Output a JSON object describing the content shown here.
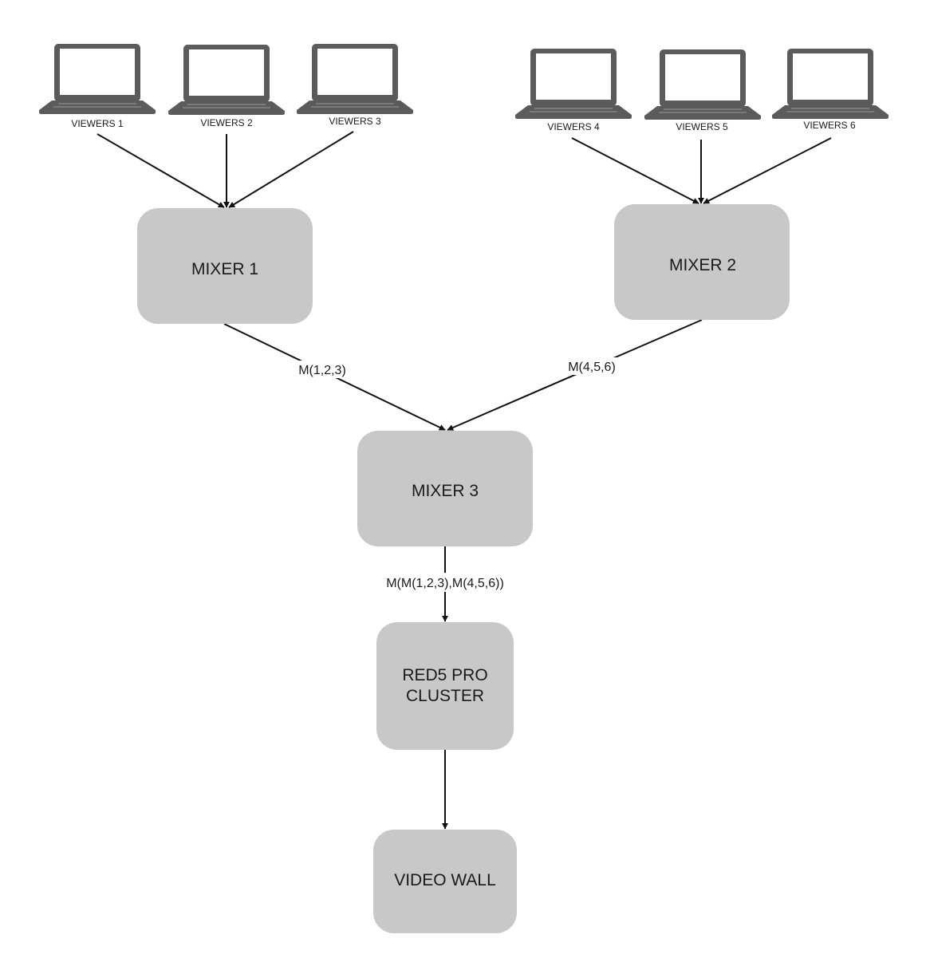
{
  "viewers": [
    {
      "id": "v1",
      "label": "VIEWERS 1",
      "icon": "laptop-icon"
    },
    {
      "id": "v2",
      "label": "VIEWERS 2",
      "icon": "laptop-icon"
    },
    {
      "id": "v3",
      "label": "VIEWERS 3",
      "icon": "laptop-icon"
    },
    {
      "id": "v4",
      "label": "VIEWERS 4",
      "icon": "laptop-icon"
    },
    {
      "id": "v5",
      "label": "VIEWERS 5",
      "icon": "laptop-icon"
    },
    {
      "id": "v6",
      "label": "VIEWERS 6",
      "icon": "laptop-icon"
    }
  ],
  "nodes": {
    "mixer1": {
      "label": "MIXER 1"
    },
    "mixer2": {
      "label": "MIXER 2"
    },
    "mixer3": {
      "label": "MIXER 3"
    },
    "cluster": {
      "label_line1": "RED5 PRO",
      "label_line2": "CLUSTER"
    },
    "videowall": {
      "label": "VIDEO WALL"
    }
  },
  "edges": {
    "mixer1_to_mixer3": "M(1,2,3)",
    "mixer2_to_mixer3": "M(4,5,6)",
    "mixer3_to_cluster": "M(M(1,2,3),M(4,5,6))"
  },
  "colors": {
    "box_fill": "#c8c8c8",
    "laptop": "#5b5b5b",
    "line": "#111111"
  }
}
